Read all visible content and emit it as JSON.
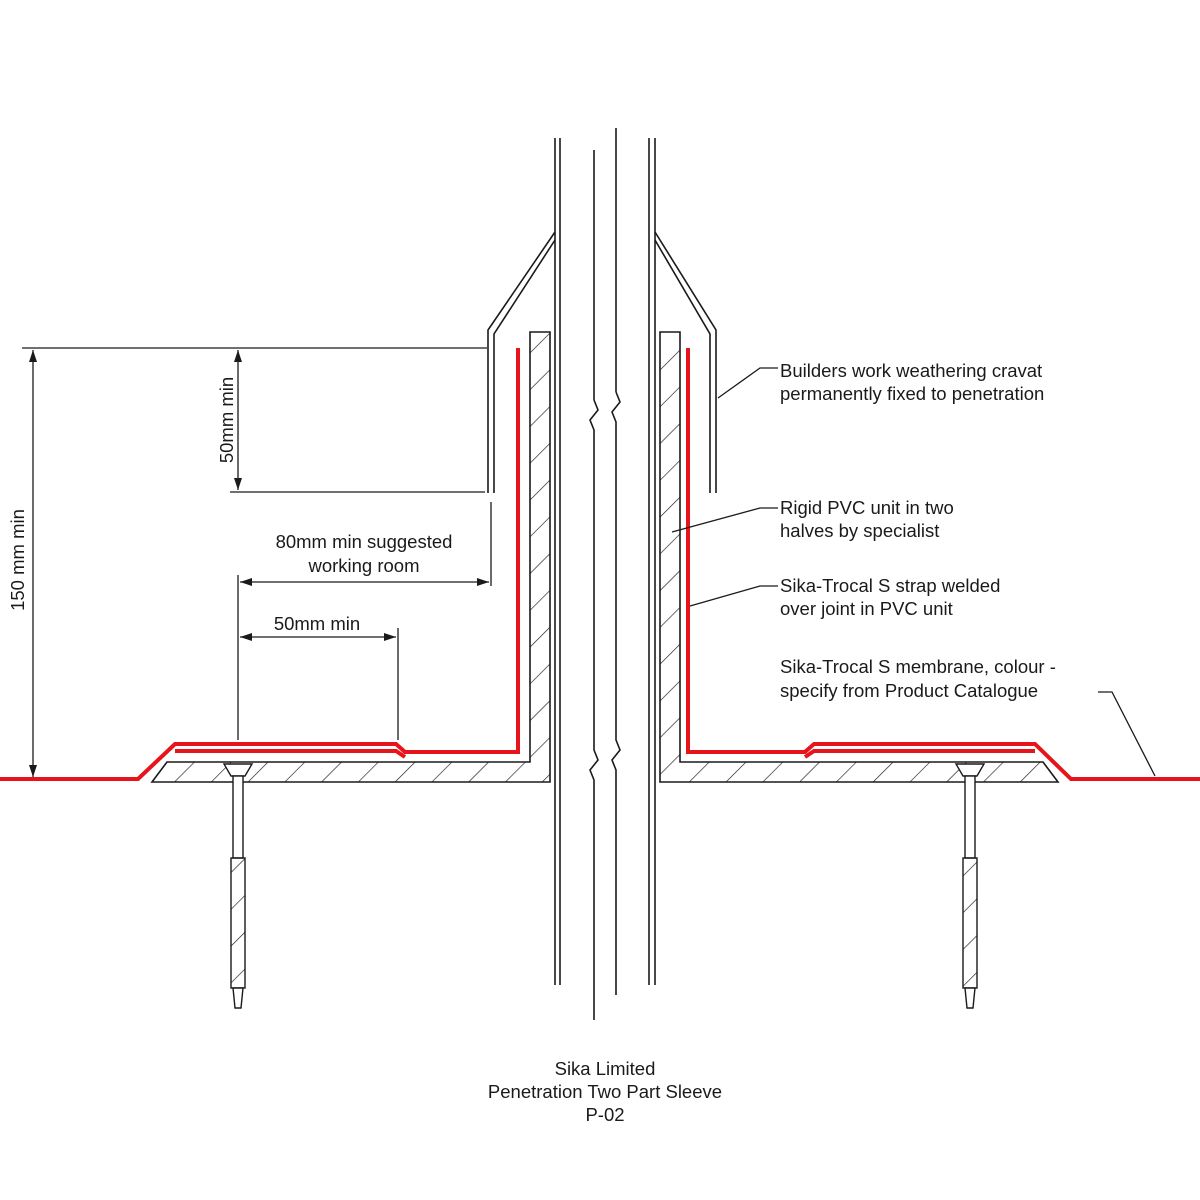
{
  "colors": {
    "line": "#1a1a1a",
    "membrane": "#e8141b",
    "background": "#ffffff"
  },
  "dimensions": {
    "overall_height": "150 mm min",
    "cravat_overlap": "50mm min",
    "working_room": [
      "80mm min suggested",
      "working room"
    ],
    "strap_overlap": "50mm min"
  },
  "labels": {
    "cravat": [
      "Builders work weathering cravat",
      "permanently fixed to penetration"
    ],
    "pvc_unit": [
      "Rigid PVC unit in two",
      "halves by specialist"
    ],
    "strap": [
      "Sika-Trocal S strap welded",
      "over joint in PVC unit"
    ],
    "membrane": [
      "Sika-Trocal S membrane, colour -",
      "specify from Product Catalogue"
    ]
  },
  "title_block": {
    "company": "Sika Limited",
    "drawing_title": "Penetration Two Part Sleeve",
    "drawing_number": "P-02"
  }
}
